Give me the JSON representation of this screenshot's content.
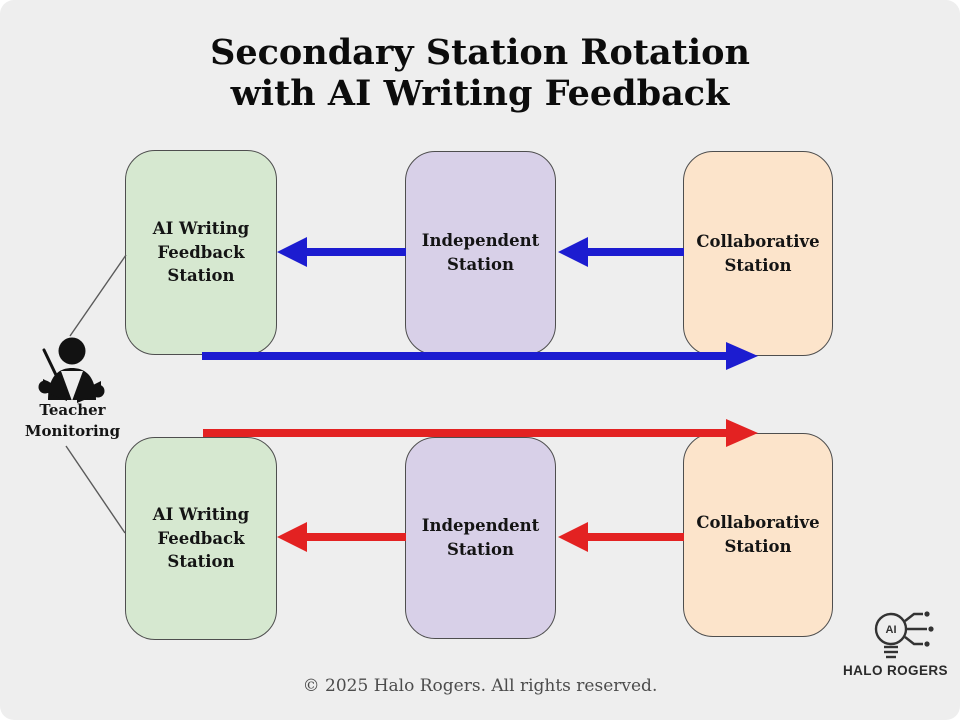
{
  "title": {
    "text": "Secondary Station Rotation\nwith AI Writing Feedback"
  },
  "diagram": {
    "rows": [
      {
        "name": "top-rotation",
        "arrow_color": "blue",
        "stations": [
          {
            "label": "AI Writing\nFeedback\nStation",
            "color_name": "green"
          },
          {
            "label": "Independent\nStation",
            "color_name": "purple"
          },
          {
            "label": "Collaborative\nStation",
            "color_name": "peach"
          }
        ]
      },
      {
        "name": "bottom-rotation",
        "arrow_color": "red",
        "stations": [
          {
            "label": "AI Writing\nFeedback\nStation",
            "color_name": "green"
          },
          {
            "label": "Independent\nStation",
            "color_name": "purple"
          },
          {
            "label": "Collaborative\nStation",
            "color_name": "peach"
          }
        ]
      }
    ],
    "flows": [
      {
        "group": "top-rotation",
        "color": "arrow_blue",
        "from": "Collaborative Station",
        "to": "Independent Station"
      },
      {
        "group": "top-rotation",
        "color": "arrow_blue",
        "from": "Independent Station",
        "to": "AI Writing Feedback Station"
      },
      {
        "group": "top-rotation",
        "color": "arrow_blue",
        "from": "AI Writing Feedback Station",
        "to": "Collaborative Station"
      },
      {
        "group": "bottom-rotation",
        "color": "arrow_red",
        "from": "AI Writing Feedback Station",
        "to": "Collaborative Station"
      },
      {
        "group": "bottom-rotation",
        "color": "arrow_red",
        "from": "Collaborative Station",
        "to": "Independent Station"
      },
      {
        "group": "bottom-rotation",
        "color": "arrow_red",
        "from": "Independent Station",
        "to": "AI Writing Feedback Station"
      }
    ],
    "teacher": {
      "label": "Teacher\nMonitoring"
    }
  },
  "footer": {
    "copyright": "© 2025 Halo Rogers. All rights reserved."
  },
  "logo": {
    "brand": "HALO ROGERS",
    "icon_text": "AI"
  },
  "colors": {
    "background": "#eeeeee",
    "station_green": "#d6e8d0",
    "station_purple": "#d8d0e8",
    "station_peach": "#fce4cb",
    "arrow_blue": "#1c1cd0",
    "arrow_red": "#e32222",
    "outline": "#5a5a5a"
  }
}
